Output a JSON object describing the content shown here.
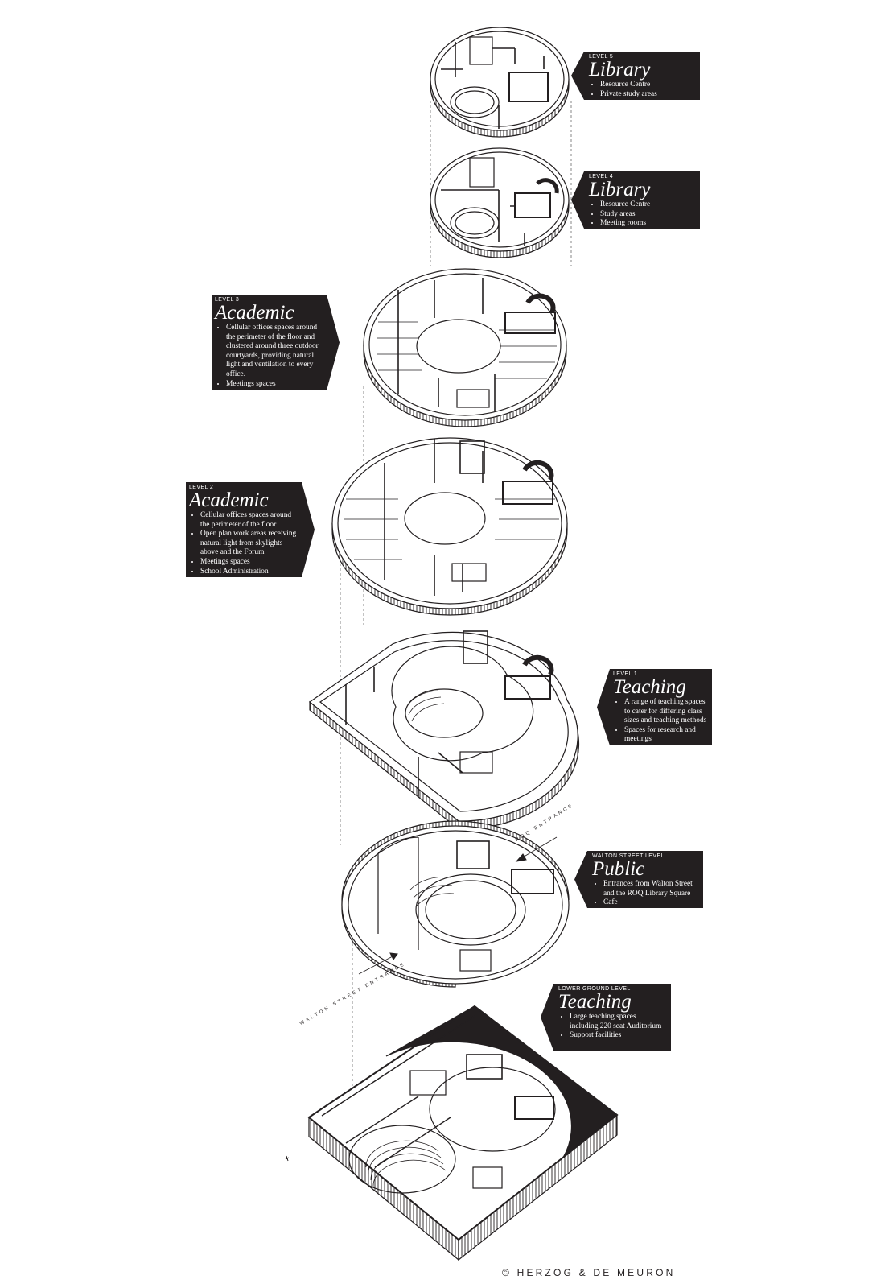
{
  "levels": [
    {
      "level": "LEVEL 5",
      "title": "Library",
      "items": [
        "Resource Centre",
        "Private study areas"
      ]
    },
    {
      "level": "LEVEL 4",
      "title": "Library",
      "items": [
        "Resource Centre",
        "Study areas",
        "Meeting rooms"
      ]
    },
    {
      "level": "LEVEL 3",
      "title": "Academic",
      "items": [
        "Cellular offices spaces around the perimeter of the floor and clustered around three outdoor courtyards, providing natural light and ventilation to every office.",
        "Meetings spaces"
      ]
    },
    {
      "level": "LEVEL 2",
      "title": "Academic",
      "items": [
        "Cellular offices spaces around the perimeter of the floor",
        "Open plan work areas receiving natural light from skylights above and the Forum",
        "Meetings spaces",
        "School Administration"
      ]
    },
    {
      "level": "LEVEL 1",
      "title": "Teaching",
      "items": [
        "A range of teaching spaces to cater for differing class sizes and teaching methods",
        "Spaces for research and meetings"
      ]
    },
    {
      "level": "WALTON STREET LEVEL",
      "title": "Public",
      "items": [
        "Entrances from Walton Street and the ROQ Library Square",
        "Cafe"
      ]
    },
    {
      "level": "LOWER GROUND LEVEL",
      "title": "Teaching",
      "items": [
        "Large teaching spaces including 220 seat Auditorium",
        "Support facilities"
      ]
    }
  ],
  "entrances": {
    "roq": "ROQ ENTRANCE",
    "walton": "WALTON STREET ENTRANCE"
  },
  "copyright": "© HERZOG & DE MEURON"
}
